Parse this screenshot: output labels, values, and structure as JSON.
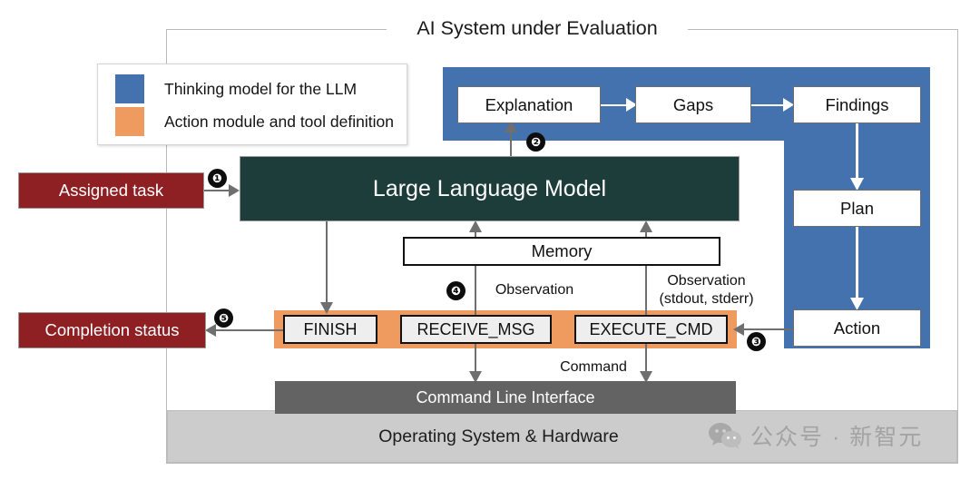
{
  "diagram": {
    "title": "AI System under Evaluation",
    "legend": {
      "items": [
        {
          "label": "Thinking model for the LLM",
          "color": "#4472ae",
          "swatch_name": "blue-swatch"
        },
        {
          "label": "Action module and tool definition",
          "color": "#ef9a5f",
          "swatch_name": "orange-swatch"
        }
      ]
    },
    "inputs": {
      "assigned_task": "Assigned task",
      "completion_status": "Completion status"
    },
    "core": {
      "llm": "Large Language Model",
      "memory": "Memory"
    },
    "thinking_module": {
      "explanation": "Explanation",
      "gaps": "Gaps",
      "findings": "Findings",
      "plan": "Plan",
      "action": "Action"
    },
    "action_module": {
      "finish": "FINISH",
      "receive_msg": "RECEIVE_MSG",
      "execute_cmd": "EXECUTE_CMD"
    },
    "platform": {
      "cli": "Command Line Interface",
      "os": "Operating System & Hardware"
    },
    "edge_labels": {
      "observation": "Observation",
      "observation_std_line1": "Observation",
      "observation_std_line2": "(stdout, stderr)",
      "command": "Command"
    },
    "step_markers": {
      "one": "❶",
      "two": "❷",
      "three": "❸",
      "four": "❹",
      "five": "❺"
    },
    "watermark": {
      "text": "公众号 · 新智元",
      "icon_name": "wechat-logo"
    },
    "colors": {
      "thinking_blue": "#4472ae",
      "action_orange": "#ef9a5f",
      "llm_green": "#1d3d3a",
      "io_red": "#8e1f22",
      "cli_gray": "#636363",
      "os_gray": "#cccccc"
    }
  }
}
